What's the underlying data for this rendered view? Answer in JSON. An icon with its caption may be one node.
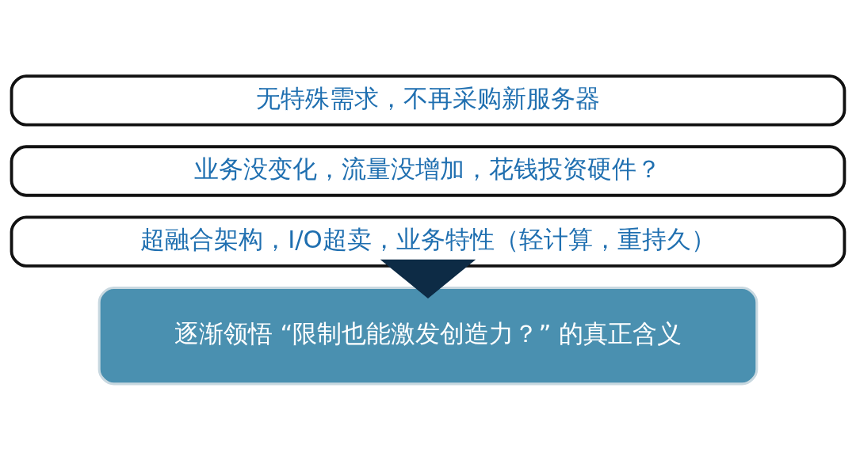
{
  "diagram": {
    "nodes": [
      {
        "text": [
          "无特殊需求，不再采购新服务器"
        ]
      },
      {
        "text": [
          "业务没变化，流量没增加，花钱投资硬件？"
        ]
      },
      {
        "text": [
          "超融合架构，I/O超卖，业务特性（轻计算，重持久）"
        ]
      },
      {
        "text": [
          "逐渐领悟 “限制也能激发创造力？” 的真正含义"
        ]
      }
    ],
    "edges": [
      {
        "from": 2,
        "to": 3,
        "arrow": "to",
        "style": "thick",
        "color": "#0d2b45"
      }
    ]
  }
}
